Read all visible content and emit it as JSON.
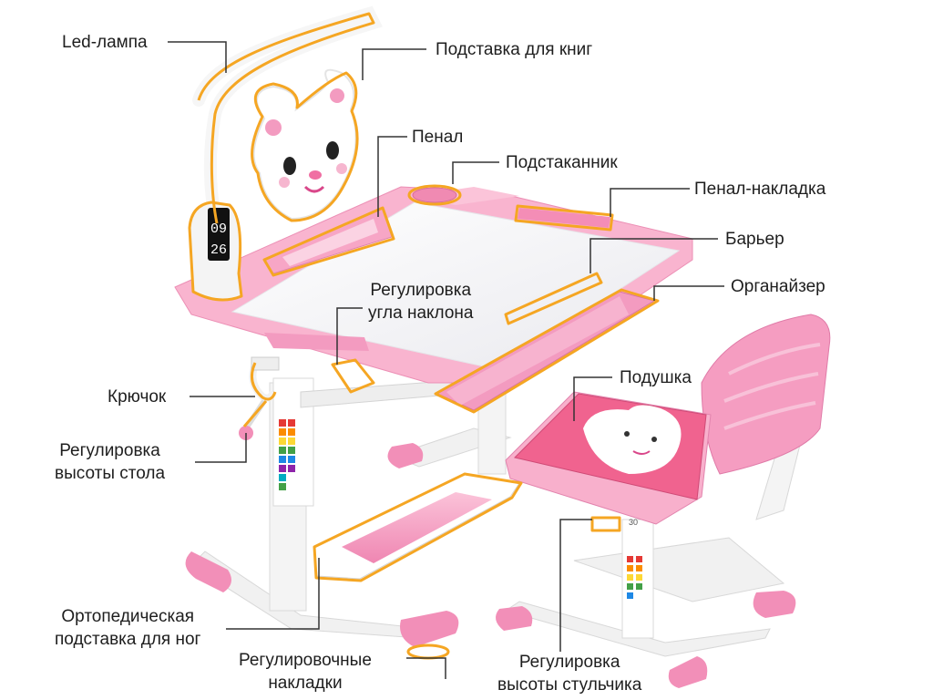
{
  "colors": {
    "pink": "#f5a3c3",
    "pink_dark": "#ef7fae",
    "pink_light": "#fbd3e3",
    "highlight": "#f5a623",
    "leader": "#333333",
    "frame": "#f1f1f1"
  },
  "labels": {
    "led_lamp": "Led-лампа",
    "book_stand": "Подставка для книг",
    "pencil_case": "Пенал",
    "cup_holder": "Подстаканник",
    "pencil_case_overlay": "Пенал-накладка",
    "barrier": "Барьер",
    "tilt_line1": "Регулировка",
    "tilt_line2": "угла наклона",
    "organizer": "Органайзер",
    "hook": "Крючок",
    "cushion": "Подушка",
    "desk_height_line1": "Регулировка",
    "desk_height_line2": "высоты стола",
    "footrest_line1": "Ортопедическая",
    "footrest_line2": "подставка для ног",
    "pads_line1": "Регулировочные",
    "pads_line2": "накладки",
    "chair_height_line1": "Регулировка",
    "chair_height_line2": "высоты стульчика"
  },
  "lamp_display": {
    "time_top": "09",
    "time_bottom": "26"
  },
  "chair_scale_mark": "30"
}
